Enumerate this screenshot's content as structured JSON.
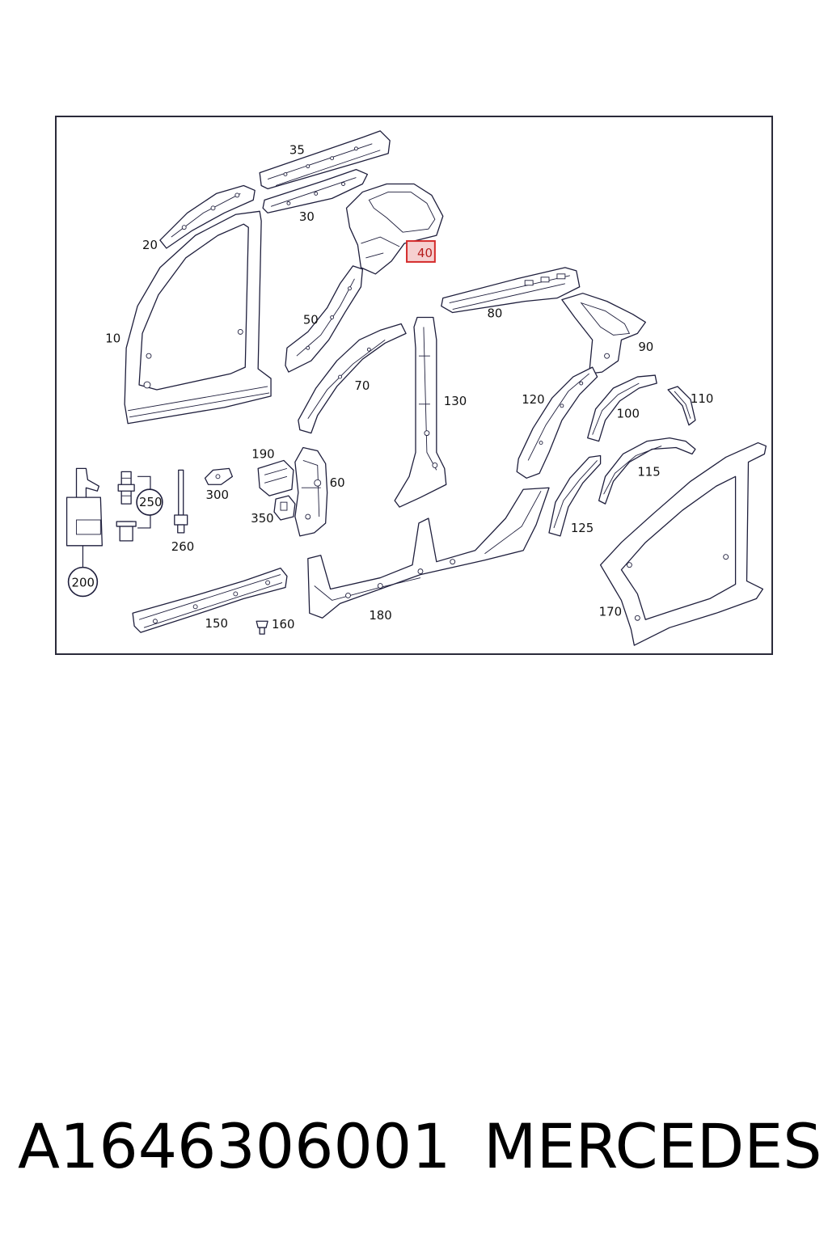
{
  "diagram": {
    "highlight_color": "#d42a2a",
    "highlighted_callout": "40",
    "callouts": [
      "35",
      "30",
      "20",
      "40",
      "80",
      "50",
      "10",
      "90",
      "70",
      "130",
      "120",
      "110",
      "100",
      "190",
      "60",
      "300",
      "250",
      "115",
      "350",
      "125",
      "260",
      "200",
      "180",
      "170",
      "150",
      "160"
    ]
  },
  "footer": {
    "part_number": "A1646306001",
    "brand": "MERCEDES"
  }
}
